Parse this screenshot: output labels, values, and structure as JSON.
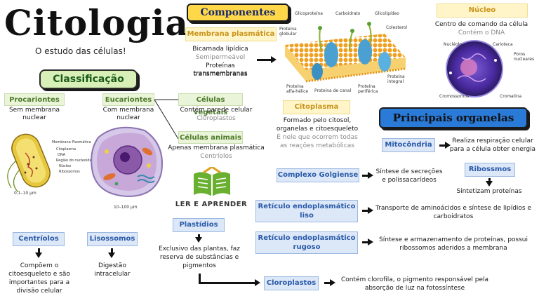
{
  "title": {
    "main": "Citologia",
    "subtitle": "O estudo das células!"
  },
  "components": {
    "header": "Componentes",
    "membrane": {
      "label": "Membrana plasmática",
      "lines": [
        "Bicamada lipídica",
        "Semipermeável",
        "Proteínas transmembranas"
      ]
    },
    "membrane_diagram_labels": {
      "glicoproteina": "Glicoproteína",
      "carboidrato": "Carboidrato",
      "glicolipideo": "Glicolipídeo",
      "proteina_globular": "Proteína globular",
      "colesterol": "Colesterol",
      "proteina_alfa": "Proteína alfa-hélice",
      "proteina_canal": "Proteína de canal",
      "proteina_periferica": "Proteína periférica",
      "proteina_integral": "Proteína integral"
    },
    "nucleus": {
      "label": "Núcleo",
      "line1": "Centro de comando da célula",
      "line2": "Contém o DNA",
      "diagram_labels": {
        "nucleolo": "Nucléolo",
        "carioteca": "Carioteca",
        "poros": "Poros nucleares",
        "cromossomos": "Cromossomos",
        "cromatina": "Cromatina"
      }
    },
    "cytoplasm": {
      "label": "Citoplasma",
      "line1": "Formado pelo citosol,",
      "line2": "organelas e citoesqueleto",
      "line3": "É nele que ocorrem todas",
      "line4": "as reações metabólicas"
    }
  },
  "classification": {
    "header": "Classificação",
    "prokaryotes": {
      "label": "Procariontes",
      "line1": "Sem membrana",
      "line2": "nuclear"
    },
    "eukaryotes": {
      "label": "Eucariontes",
      "line1": "Com membrana",
      "line2": "nuclear"
    },
    "plant": {
      "label": "Células vegetais",
      "line1": "Contém parede celular",
      "line2": "Cloroplastos"
    },
    "animal": {
      "label": "Células animais",
      "line1": "Apenas membrana plasmática",
      "line2": "Centríolos"
    },
    "bacteria_labels": [
      "Membrana Plasmática",
      "Citoplasma",
      "DNA",
      "Região do nucleoide",
      "Núcleo",
      "Ribossomos"
    ],
    "bacteria_scale": "0,1–10 µm",
    "animal_scale": "10–100 µm"
  },
  "logo": {
    "text": "LER E APRENDER"
  },
  "organelles": {
    "header": "Principais organelas",
    "centriolos": {
      "label": "Centríolos",
      "desc": [
        "Compõem o",
        "citoesqueleto e são",
        "importantes para a",
        "divisão celular"
      ]
    },
    "lisossomos": {
      "label": "Lisossomos",
      "desc": [
        "Digestão",
        "intracelular"
      ]
    },
    "plastidios": {
      "label": "Plastídios",
      "desc": [
        "Exclusivo das plantas, faz",
        "reserva de substâncias e",
        "pigmentos"
      ]
    },
    "mitocondria": {
      "label": "Mitocôndria",
      "desc": [
        "Realiza respiração celular",
        "para a célula obter energia"
      ]
    },
    "golgi": {
      "label": "Complexo Golgiense",
      "desc": [
        "Síntese de secreções",
        "e polissacarídeos"
      ]
    },
    "ribossomos": {
      "label": "Ribossmos",
      "desc": [
        "Sintetizam proteínas"
      ]
    },
    "rel": {
      "label": [
        "Retículo endoplasmático",
        "liso"
      ],
      "desc": [
        "Transporte de aminoácidos e síntese de lipídios e",
        "carboidratos"
      ]
    },
    "rer": {
      "label": [
        "Retículo endoplasmático",
        "rugoso"
      ],
      "desc": [
        "Síntese e armazenamento de proteínas, possui",
        "ribossomos aderidos a membrana"
      ]
    },
    "cloroplastos": {
      "label": "Cloroplastos",
      "desc": [
        "Contém clorofila, o pigmento responsável pela",
        "absorção de luz na fotossíntese"
      ]
    }
  }
}
